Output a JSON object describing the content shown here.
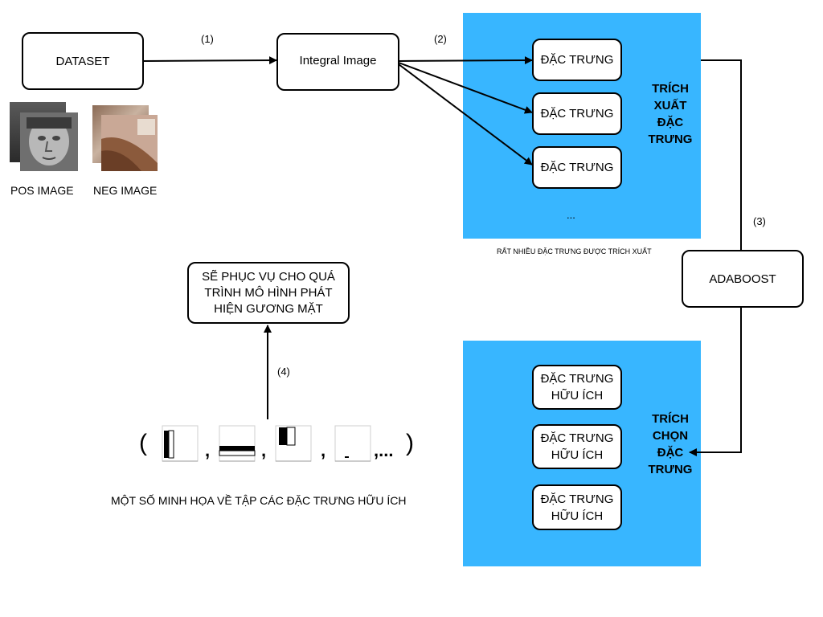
{
  "nodes": {
    "dataset": "DATASET",
    "integral_image": "Integral Image",
    "feature_label": "ĐẶC TRƯNG",
    "more_features": "...",
    "adaboost": "ADABOOST",
    "useful_feature_line1": "ĐẶC TRƯNG",
    "useful_feature_line2": "HỮU ÍCH",
    "purpose_line1": "SẼ PHỤC VỤ CHO QUÁ",
    "purpose_line2": "TRÌNH MÔ HÌNH PHÁT",
    "purpose_line3": "HIỆN GƯƠNG MẶT"
  },
  "images": {
    "pos_label": "POS IMAGE",
    "neg_label": "NEG IMAGE"
  },
  "panels": {
    "extract": {
      "line1": "TRÍCH",
      "line2": "XUẤT",
      "line3": "ĐẶC",
      "line4": "TRƯNG"
    },
    "extract_caption": "RẤT NHIỀU ĐẶC TRƯNG ĐƯỢC TRÍCH XUẤT",
    "select": {
      "line1": "TRÍCH",
      "line2": "CHỌN",
      "line3": "ĐẶC",
      "line4": "TRƯNG"
    }
  },
  "steps": {
    "s1": "(1)",
    "s2": "(2)",
    "s3": "(3)",
    "s4": "(4)"
  },
  "examples": {
    "open": "(",
    "close": ")",
    "comma": ",",
    "ellipsis": ",...",
    "caption": "MỘT SỐ MINH HỌA VỀ TẬP CÁC ĐẶC TRƯNG HỮU ÍCH"
  },
  "colors": {
    "panel_blue": "#38b6ff",
    "line": "#000000"
  }
}
